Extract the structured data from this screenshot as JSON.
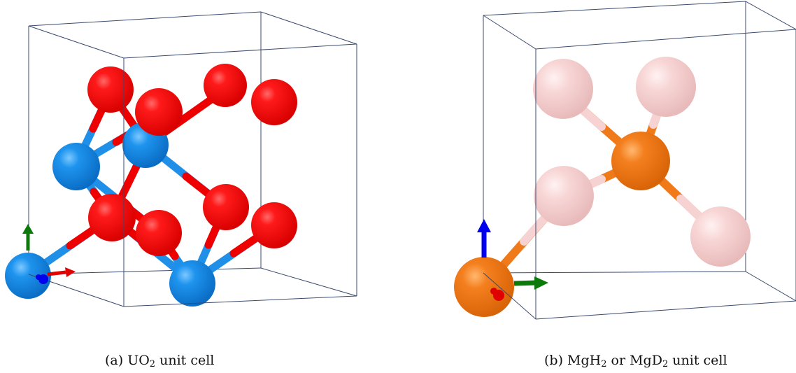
{
  "panels": [
    {
      "id": "a",
      "caption": {
        "prefix": "(a) UO",
        "sub": "2",
        "suffix": " unit cell"
      },
      "atom_colors": {
        "U": "#1f8fe8",
        "O": "#ee0000"
      }
    },
    {
      "id": "b",
      "caption": {
        "prefix": "(b) MgH",
        "sub1": "2",
        "mid": " or MgD",
        "sub2": "2",
        "suffix": " unit cell"
      },
      "atom_colors": {
        "Mg": "#f07a1a",
        "H": "#f7d2d2"
      }
    }
  ],
  "axis_colors": {
    "x": "#e00000",
    "y": "#0b7a0b",
    "z": "#0000ee"
  },
  "cell_edge_color": "#3a4a6e"
}
